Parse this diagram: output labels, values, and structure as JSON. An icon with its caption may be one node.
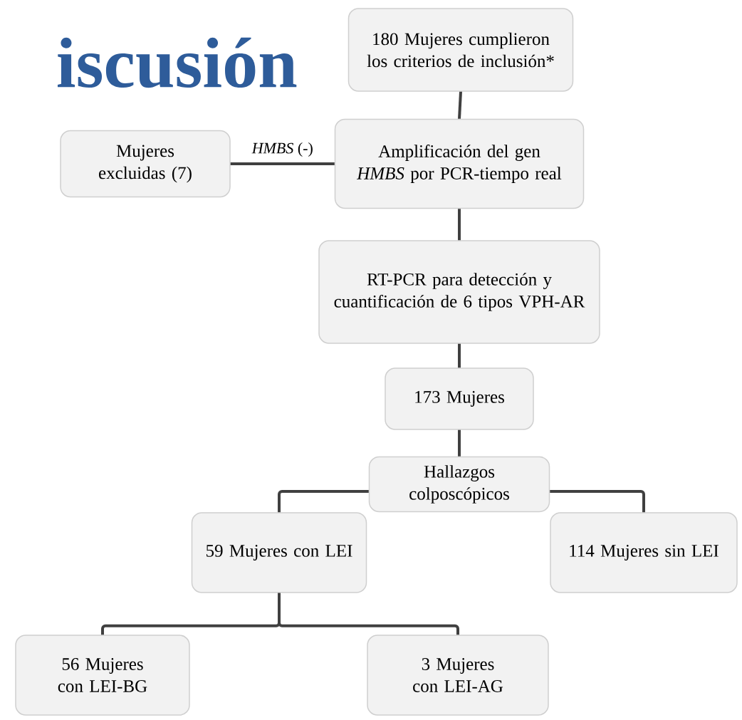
{
  "diagram": {
    "title": "iscusión",
    "nodes": [
      {
        "text": [
          "180 Mujeres cumplieron los criterios de inclusión*"
        ]
      },
      {
        "text": [
          "Amplificación del gen *HMBS* por PCR-tiempo real"
        ]
      },
      {
        "text": [
          "Mujeres excluidas (7)"
        ]
      },
      {
        "text": [
          "RT-PCR para detección y cuantificación de 6 tipos VPH-AR"
        ]
      },
      {
        "text": [
          "173 Mujeres"
        ]
      },
      {
        "text": [
          "Hallazgos colposcópicos"
        ]
      },
      {
        "text": [
          "59 Mujeres con LEI"
        ]
      },
      {
        "text": [
          "114 Mujeres sin LEI"
        ]
      },
      {
        "text": [
          "56 Mujeres con LEI-BG"
        ]
      },
      {
        "text": [
          "3 Mujeres con LEI-AG"
        ]
      }
    ],
    "edges": [
      {
        "from": 0,
        "to": 1,
        "arrow": "none"
      },
      {
        "from": 1,
        "to": 2,
        "arrow": "none",
        "label": "*HMBS* (-)"
      },
      {
        "from": 1,
        "to": 3,
        "arrow": "none"
      },
      {
        "from": 3,
        "to": 4,
        "arrow": "none"
      },
      {
        "from": 4,
        "to": 5,
        "arrow": "none"
      },
      {
        "from": 5,
        "to": 6,
        "arrow": "none"
      },
      {
        "from": 5,
        "to": 7,
        "arrow": "none"
      },
      {
        "from": 6,
        "to": 8,
        "arrow": "none"
      },
      {
        "from": 6,
        "to": 9,
        "arrow": "none"
      }
    ]
  }
}
